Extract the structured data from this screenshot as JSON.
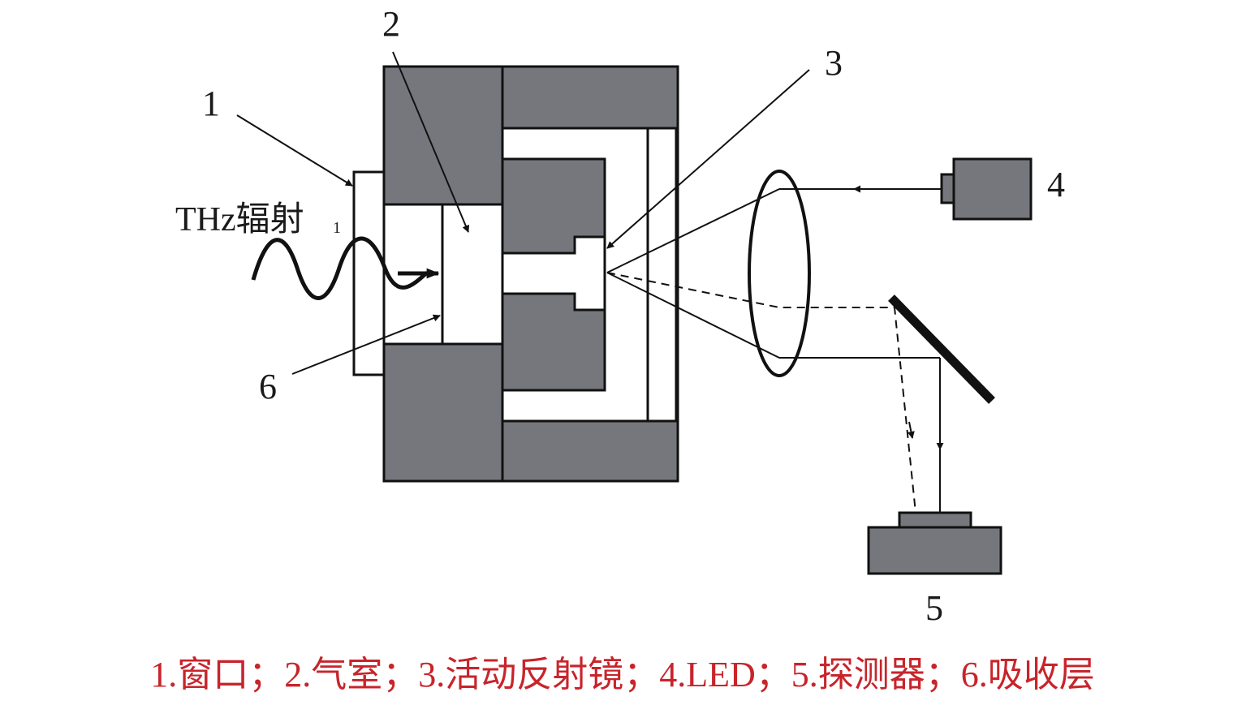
{
  "labels": {
    "window": "1",
    "gas_cell": "2",
    "mirror": "3",
    "led": "4",
    "detector": "5",
    "absorber": "6"
  },
  "thz_label": "THz辐射",
  "thz_mark": "1",
  "caption": "1.窗口；2.气室；3.活动反射镜；4.LED；5.探测器；6.吸收层",
  "colors": {
    "housing": "#75777c",
    "outline": "#111111",
    "caption": "#c8242b",
    "background": "#ffffff"
  }
}
